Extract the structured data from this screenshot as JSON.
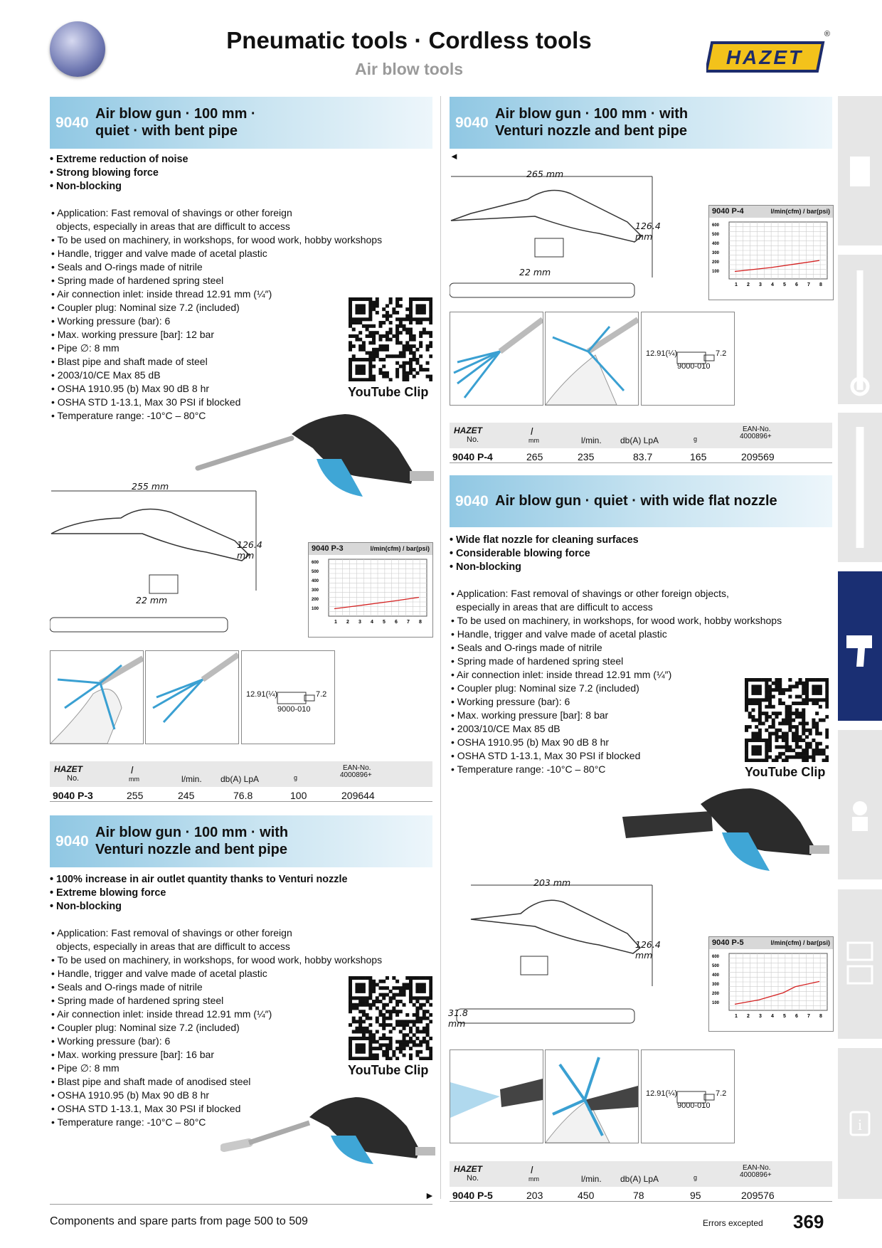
{
  "header": {
    "title": "Pneumatic tools · Cordless tools",
    "subtitle": "Air blow tools",
    "brand": "HAZET",
    "registered": "®"
  },
  "sections": [
    {
      "number": "9040",
      "title_line1": "Air blow gun · 100 mm ·",
      "title_line2": "quiet · with bent pipe",
      "features": [
        "• Extreme reduction of noise",
        "• Strong blowing force",
        "• Non-blocking"
      ],
      "specs": [
        "• Application: Fast removal of shavings or other foreign",
        "  objects, especially in areas that are difficult to access",
        "• To be used on machinery, in workshops, for wood work, hobby workshops",
        "• Handle, trigger and valve made of acetal plastic",
        "• Seals and O-rings made of nitrile",
        "• Spring made of hardened spring steel",
        "• Air connection inlet: inside thread 12.91 mm (¼″)",
        "• Coupler plug: Nominal size 7.2 (included)",
        "• Working pressure (bar): 6",
        "• Max. working pressure [bar]: 12 bar",
        "• Pipe ∅: 8 mm",
        "• Blast pipe and shaft made of steel",
        "• 2003/10/CE Max 85 dB",
        "• OSHA 1910.95 (b) Max 90 dB 8 hr",
        "• OSHA STD 1-13.1, Max 30 PSI if blocked",
        "• Temperature range: -10°C – 80°C"
      ],
      "youtube": "YouTube Clip",
      "dim_length": "255 mm",
      "dim_height": "126.4 mm",
      "dim_width": "22 mm",
      "chart_label": "9040 P-3",
      "coupler_left": "12.91(¼)",
      "coupler_right": "7.2",
      "coupler_part": "9000-010",
      "table": {
        "no": "9040 P-3",
        "mm": "255",
        "lmin": "245",
        "db": "76.8",
        "g": "100",
        "ean": "209644"
      }
    },
    {
      "number": "9040",
      "title_line1": "Air blow gun · 100 mm · with",
      "title_line2": "Venturi nozzle and bent pipe",
      "features": [
        "• 100% increase in air outlet quantity thanks to Venturi nozzle",
        "• Extreme blowing force",
        "• Non-blocking"
      ],
      "specs": [
        "• Application: Fast removal of shavings or other foreign",
        "  objects, especially in areas that are difficult to access",
        "• To be used on machinery, in workshops, for wood work, hobby workshops",
        "• Handle, trigger and valve made of acetal plastic",
        "• Seals and O-rings made of nitrile",
        "• Spring made of hardened spring steel",
        "• Air connection inlet: inside thread 12.91 mm (¼″)",
        "• Coupler plug: Nominal size 7.2 (included)",
        "• Working pressure (bar): 6",
        "• Max. working pressure [bar]: 16 bar",
        "• Pipe ∅: 8 mm",
        "• Blast pipe and shaft made of anodised steel",
        "• OSHA 1910.95 (b) Max 90 dB 8 hr",
        "• OSHA STD 1-13.1, Max 30 PSI if blocked",
        "• Temperature range: -10°C – 80°C"
      ],
      "youtube": "YouTube Clip",
      "continue_arrow": "►"
    },
    {
      "number": "9040",
      "title_line1": "Air blow gun · 100 mm · with",
      "title_line2": "Venturi nozzle and bent pipe",
      "back_arrow": "◄",
      "dim_length": "265 mm",
      "dim_height": "126.4 mm",
      "dim_width": "22 mm",
      "chart_label": "9040 P-4",
      "coupler_left": "12.91(¼)",
      "coupler_right": "7.2",
      "coupler_part": "9000-010",
      "table": {
        "no": "9040 P-4",
        "mm": "265",
        "lmin": "235",
        "db": "83.7",
        "g": "165",
        "ean": "209569"
      }
    },
    {
      "number": "9040",
      "title_line1": "Air blow gun · quiet · with wide flat nozzle",
      "features": [
        "• Wide flat nozzle for cleaning surfaces",
        "• Considerable blowing force",
        "• Non-blocking"
      ],
      "specs": [
        "• Application: Fast removal of shavings or other foreign objects,",
        "  especially in areas that are difficult to access",
        "• To be used on machinery, in workshops, for wood work, hobby workshops",
        "• Handle, trigger and valve made of acetal plastic",
        "• Seals and O-rings made of nitrile",
        "• Spring made of hardened spring steel",
        "• Air connection inlet: inside thread 12.91 mm (¼″)",
        "• Coupler plug: Nominal size 7.2 (included)",
        "• Working pressure (bar): 6",
        "• Max. working pressure [bar]: 8 bar",
        "• 2003/10/CE Max 85 dB",
        "• OSHA 1910.95 (b) Max 90 dB 8 hr",
        "• OSHA STD 1-13.1, Max 30 PSI if blocked",
        "• Temperature range: -10°C – 80°C"
      ],
      "youtube": "YouTube Clip",
      "dim_length": "203 mm",
      "dim_height": "126.4 mm",
      "dim_width": "31.8 mm",
      "chart_label": "9040 P-5",
      "coupler_left": "12.91(¼)",
      "coupler_right": "7.2",
      "coupler_part": "9000-010",
      "table": {
        "no": "9040 P-5",
        "mm": "203",
        "lmin": "450",
        "db": "78",
        "g": "95",
        "ean": "209576"
      }
    }
  ],
  "table_head": {
    "brand": "HAZET",
    "no": "No.",
    "l": "l",
    "mm": "mm",
    "lmin": "l/min.",
    "db": "db(A) LpA",
    "g": "g",
    "ean_line1": "EAN-No.",
    "ean_line2": "4000896+"
  },
  "chart_common": {
    "unit": "l/min(cfm) / bar(psi)",
    "y_ticks": [
      "600",
      "500",
      "400",
      "300",
      "200",
      "100"
    ],
    "x_ticks": [
      "1",
      "2",
      "3",
      "4",
      "5",
      "6",
      "7",
      "8"
    ]
  },
  "colors": {
    "header_bar": "#8fc7e3",
    "accent_blue": "#3aa0d2",
    "active_tab": "#1a2f73",
    "curve": "#d42020"
  },
  "footer": {
    "left": "Components and spare parts from page 500 to 509",
    "errors": "Errors excepted",
    "page": "369"
  }
}
